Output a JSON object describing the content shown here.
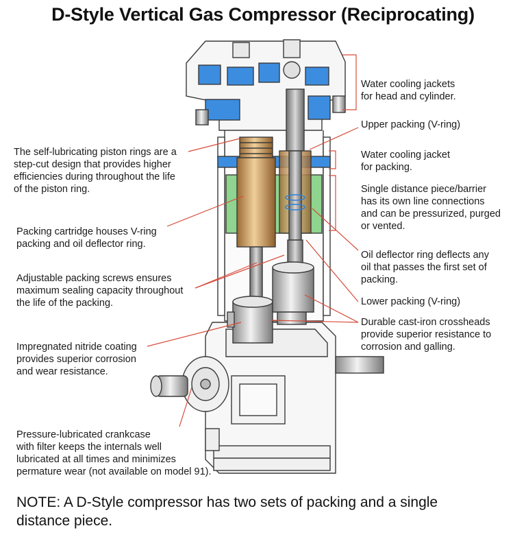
{
  "title": "D-Style Vertical Gas Compressor (Reciprocating)",
  "labels": {
    "water_cooling_head": [
      "Water cooling jackets",
      "for head and cylinder."
    ],
    "upper_packing": [
      "Upper packing (V-ring)"
    ],
    "water_cooling_packing": [
      "Water cooling jacket",
      "for packing."
    ],
    "distance_piece": [
      "Single distance piece/barrier",
      "has its own line connections",
      "and can be pressurized, purged",
      "or vented."
    ],
    "oil_deflector": [
      "Oil deflector ring deflects any",
      "oil that passes the first set of",
      "packing."
    ],
    "lower_packing": [
      "Lower packing (V-ring)"
    ],
    "crossheads": [
      "Durable cast-iron crossheads",
      "provide superior resistance to",
      "corrosion and galling."
    ],
    "piston_rings": [
      "The self-lubricating piston rings are a",
      "step-cut design that provides higher",
      "efficiencies during throughout the life",
      "of the piston ring."
    ],
    "packing_cartridge": [
      "Packing cartridge houses V-ring",
      "packing and oil deflector ring."
    ],
    "packing_screws": [
      "Adjustable packing screws ensures",
      "maximum sealing capacity throughout",
      "the life of the packing."
    ],
    "nitride_coating": [
      "Impregnated nitride coating",
      "provides superior corrosion",
      "and wear resistance."
    ],
    "crankcase": [
      "Pressure-lubricated crankcase",
      "with filter keeps the internals well",
      "lubricated at all times and minimizes",
      "permature wear (not available on model 91)."
    ]
  },
  "note": [
    "NOTE: A D-Style compressor has two sets of packing and a single",
    "distance piece."
  ],
  "colors": {
    "leader": "#d64b3a",
    "cooling_blue": "#2b7fd6",
    "barrier_green": "#7fd27f",
    "bronze": "#c8955a",
    "outline": "#3a3a3a"
  }
}
